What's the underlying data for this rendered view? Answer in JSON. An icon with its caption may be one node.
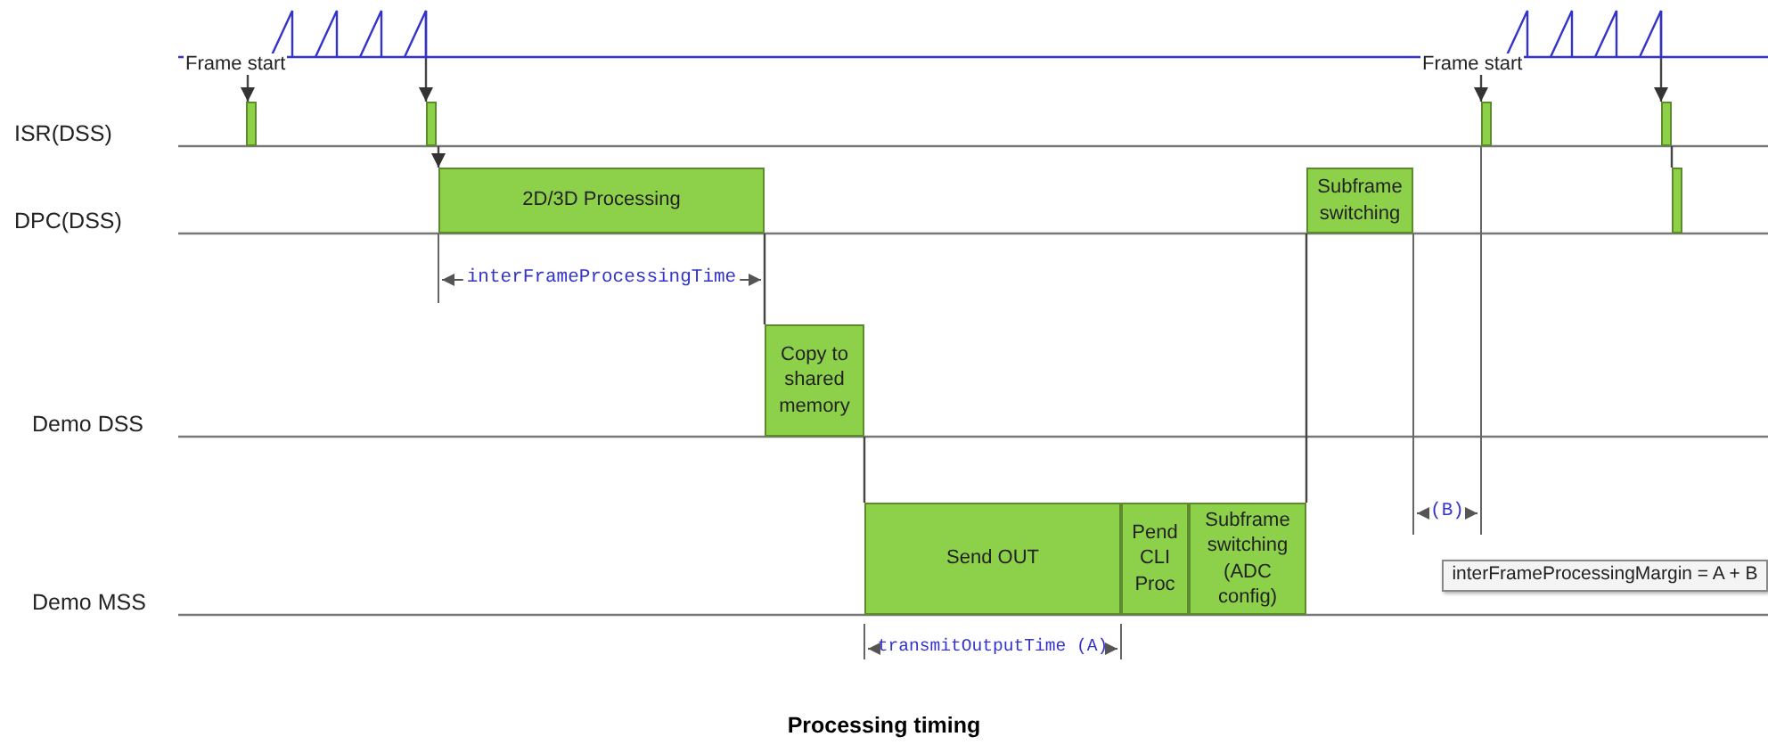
{
  "diagram": {
    "caption": "Processing timing",
    "nodes": [
      {
        "text": [],
        "shape": "bar"
      },
      {
        "text": [],
        "shape": "bar"
      },
      {
        "text": [],
        "shape": "bar"
      },
      {
        "text": [],
        "shape": "bar"
      },
      {
        "text": [
          "2D/3D Processing"
        ]
      },
      {
        "text": [
          "Subframe switching"
        ]
      },
      {
        "text": [],
        "shape": "bar"
      },
      {
        "text": [
          "Copy to shared memory"
        ]
      },
      {
        "text": [
          "Send OUT"
        ]
      },
      {
        "text": [
          "Pend CLI Proc"
        ]
      },
      {
        "text": [
          "Subframe switching (ADC config)"
        ]
      },
      {
        "text": [
          "interFrameProcessingMargin = A + B"
        ]
      },
      {
        "text": [],
        "shape": "line"
      }
    ],
    "edges": [
      {
        "from": 12,
        "to": 0,
        "arrow": "to"
      },
      {
        "from": 12,
        "to": 1,
        "arrow": "to"
      },
      {
        "from": 1,
        "to": 4,
        "arrow": "to"
      },
      {
        "from": 12,
        "to": 2,
        "arrow": "to"
      },
      {
        "from": 12,
        "to": 3,
        "arrow": "to"
      },
      {
        "from": 4,
        "to": 7,
        "arrow": "none"
      },
      {
        "from": 7,
        "to": 8,
        "arrow": "none"
      },
      {
        "from": 10,
        "to": 5,
        "arrow": "none"
      },
      {
        "from": 3,
        "to": 6,
        "arrow": "none"
      }
    ],
    "labels": [
      "Frame start",
      "Frame start",
      "ISR(DSS)",
      "DPC(DSS)",
      "Demo DSS",
      "Demo MSS",
      "interFrameProcessingTime",
      "transmitOutputTime (A)",
      "(B)"
    ]
  }
}
